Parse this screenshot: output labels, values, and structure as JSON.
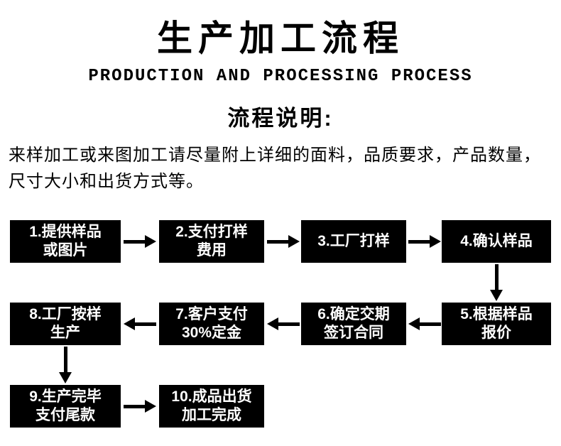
{
  "header": {
    "title": "生产加工流程",
    "subtitle": "PRODUCTION AND PROCESSING PROCESS"
  },
  "section": {
    "heading": "流程说明:",
    "description": "来样加工或来图加工请尽量附上详细的面料，品质要求，产品数量，尺寸大小和出货方式等。"
  },
  "colors": {
    "box_background": "#000000",
    "box_text": "#ffffff",
    "page_background": "#ffffff",
    "text": "#000000"
  },
  "flow": {
    "steps": [
      {
        "label": "1.提供样品\n或图片"
      },
      {
        "label": "2.支付打样\n费用"
      },
      {
        "label": "3.工厂打样"
      },
      {
        "label": "4.确认样品"
      },
      {
        "label": "5.根据样品\n报价"
      },
      {
        "label": "6.确定交期\n签订合同"
      },
      {
        "label": "7.客户支付\n30%定金"
      },
      {
        "label": "8.工厂按样\n生产"
      },
      {
        "label": "9.生产完毕\n支付尾款"
      },
      {
        "label": "10.成品出货\n加工完成"
      }
    ]
  }
}
